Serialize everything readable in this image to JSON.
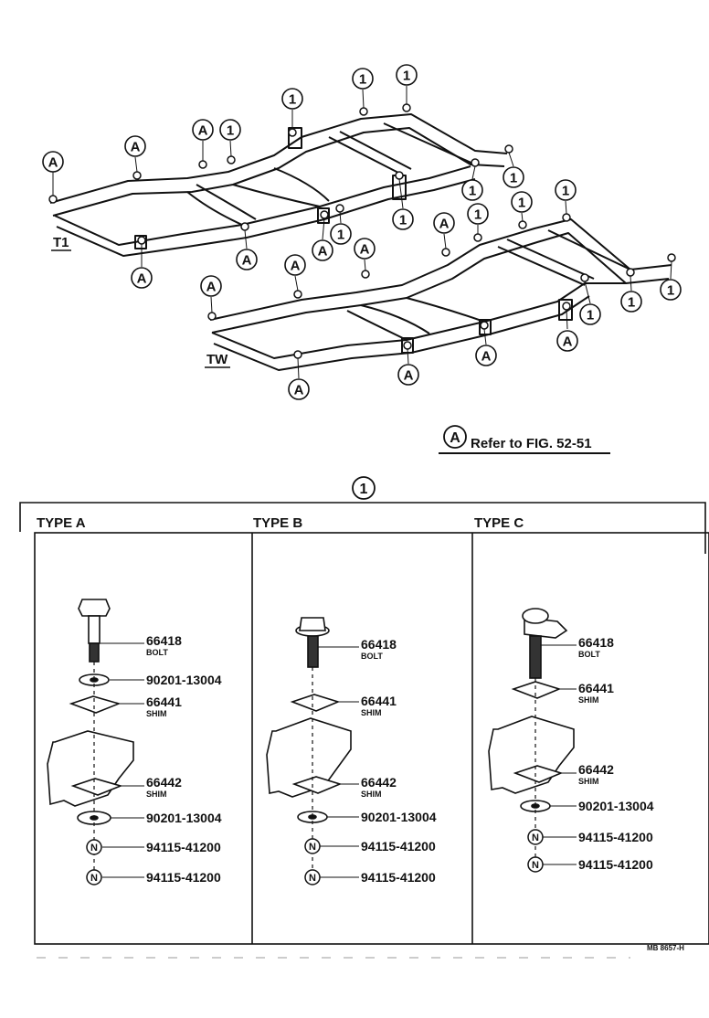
{
  "frames": {
    "t1_label": "T1",
    "tw_label": "TW",
    "callout_a": "A",
    "callout_1": "1",
    "legend_text": "Refer to FIG. 52-51"
  },
  "detail": {
    "marker": "1",
    "types": [
      {
        "title": "TYPE A",
        "parts": [
          {
            "number": "66418",
            "name": "BOLT"
          },
          {
            "number": "90201-13004",
            "name": ""
          },
          {
            "number": "66441",
            "name": "SHIM"
          },
          {
            "number": "66442",
            "name": "SHIM"
          },
          {
            "number": "90201-13004",
            "name": ""
          },
          {
            "number": "94115-41200",
            "name": ""
          },
          {
            "number": "94115-41200",
            "name": ""
          }
        ]
      },
      {
        "title": "TYPE B",
        "parts": [
          {
            "number": "66418",
            "name": "BOLT"
          },
          {
            "number": "66441",
            "name": "SHIM"
          },
          {
            "number": "66442",
            "name": "SHIM"
          },
          {
            "number": "90201-13004",
            "name": ""
          },
          {
            "number": "94115-41200",
            "name": ""
          },
          {
            "number": "94115-41200",
            "name": ""
          }
        ]
      },
      {
        "title": "TYPE C",
        "parts": [
          {
            "number": "66418",
            "name": "BOLT"
          },
          {
            "number": "66441",
            "name": "SHIM"
          },
          {
            "number": "66442",
            "name": "SHIM"
          },
          {
            "number": "90201-13004",
            "name": ""
          },
          {
            "number": "94115-41200",
            "name": ""
          },
          {
            "number": "94115-41200",
            "name": ""
          }
        ]
      }
    ],
    "nut_symbol": "N"
  },
  "code": "MB 8657-H"
}
